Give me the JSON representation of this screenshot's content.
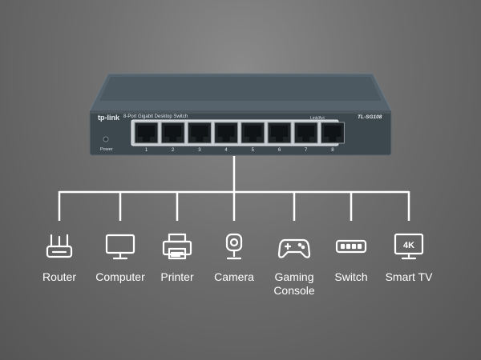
{
  "switch": {
    "brand": "tp-link",
    "description": "8-Port Gigabit Desktop Switch",
    "model": "TL-SG108",
    "power_label": "Power",
    "link_act_label": "Link/Act",
    "ports": [
      "1",
      "2",
      "3",
      "4",
      "5",
      "6",
      "7",
      "8"
    ]
  },
  "devices": [
    {
      "label": "Router",
      "icon": "router-icon"
    },
    {
      "label": "Computer",
      "icon": "monitor-icon"
    },
    {
      "label": "Printer",
      "icon": "printer-icon"
    },
    {
      "label": "Camera",
      "icon": "camera-icon"
    },
    {
      "label": "Gaming\nConsole",
      "icon": "gamepad-icon"
    },
    {
      "label": "Switch",
      "icon": "switch-icon"
    },
    {
      "label": "Smart TV",
      "icon": "tv-icon",
      "badge": "4K"
    }
  ],
  "colors": {
    "background": "#6e6e6e",
    "switch_body": "#3f4a52",
    "lines": "#ffffff"
  }
}
